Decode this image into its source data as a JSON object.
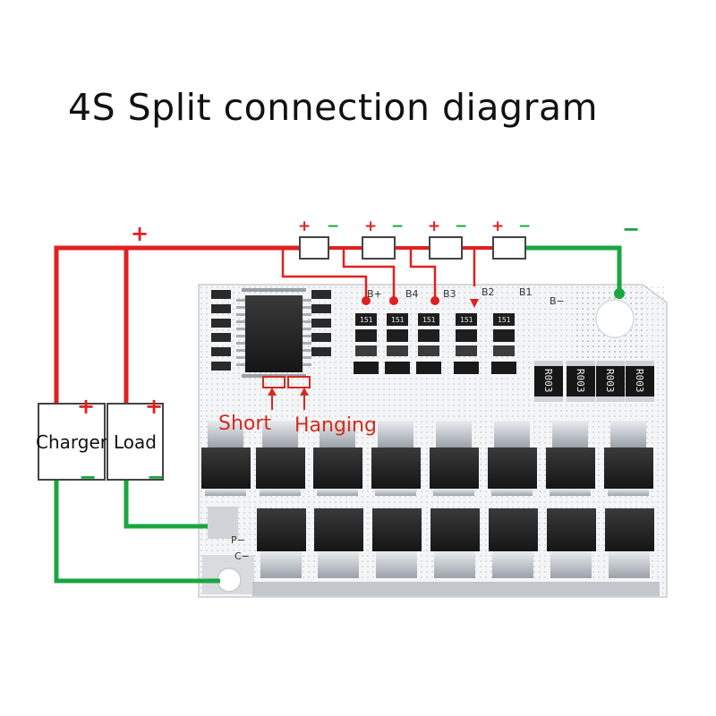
{
  "title": "4S Split connection diagram",
  "terminals": {
    "charger": {
      "label": "Charger",
      "plus": "+",
      "minus": "−"
    },
    "load": {
      "label": "Load",
      "plus": "+",
      "minus": "−"
    }
  },
  "top_wire_plus": "+",
  "top_wire_minus": "−",
  "cells": [
    {
      "plus": "+",
      "minus": "−"
    },
    {
      "plus": "+",
      "minus": "−"
    },
    {
      "plus": "+",
      "minus": "−"
    },
    {
      "plus": "+",
      "minus": "−"
    }
  ],
  "board_labels": {
    "b_plus": "B+",
    "b4": "B4",
    "b3": "B3",
    "b2": "B2",
    "b1": "B1",
    "b_minus": "B−",
    "p_minus": "P−",
    "c_minus": "C−"
  },
  "callouts": {
    "short": "Short",
    "hanging": "Hanging"
  },
  "smd_resistor_code": "151",
  "shunt_code": "R003",
  "colors": {
    "positive_wire": "#e02020",
    "negative_wire": "#19a640",
    "callout_text": "#d52a1e"
  }
}
